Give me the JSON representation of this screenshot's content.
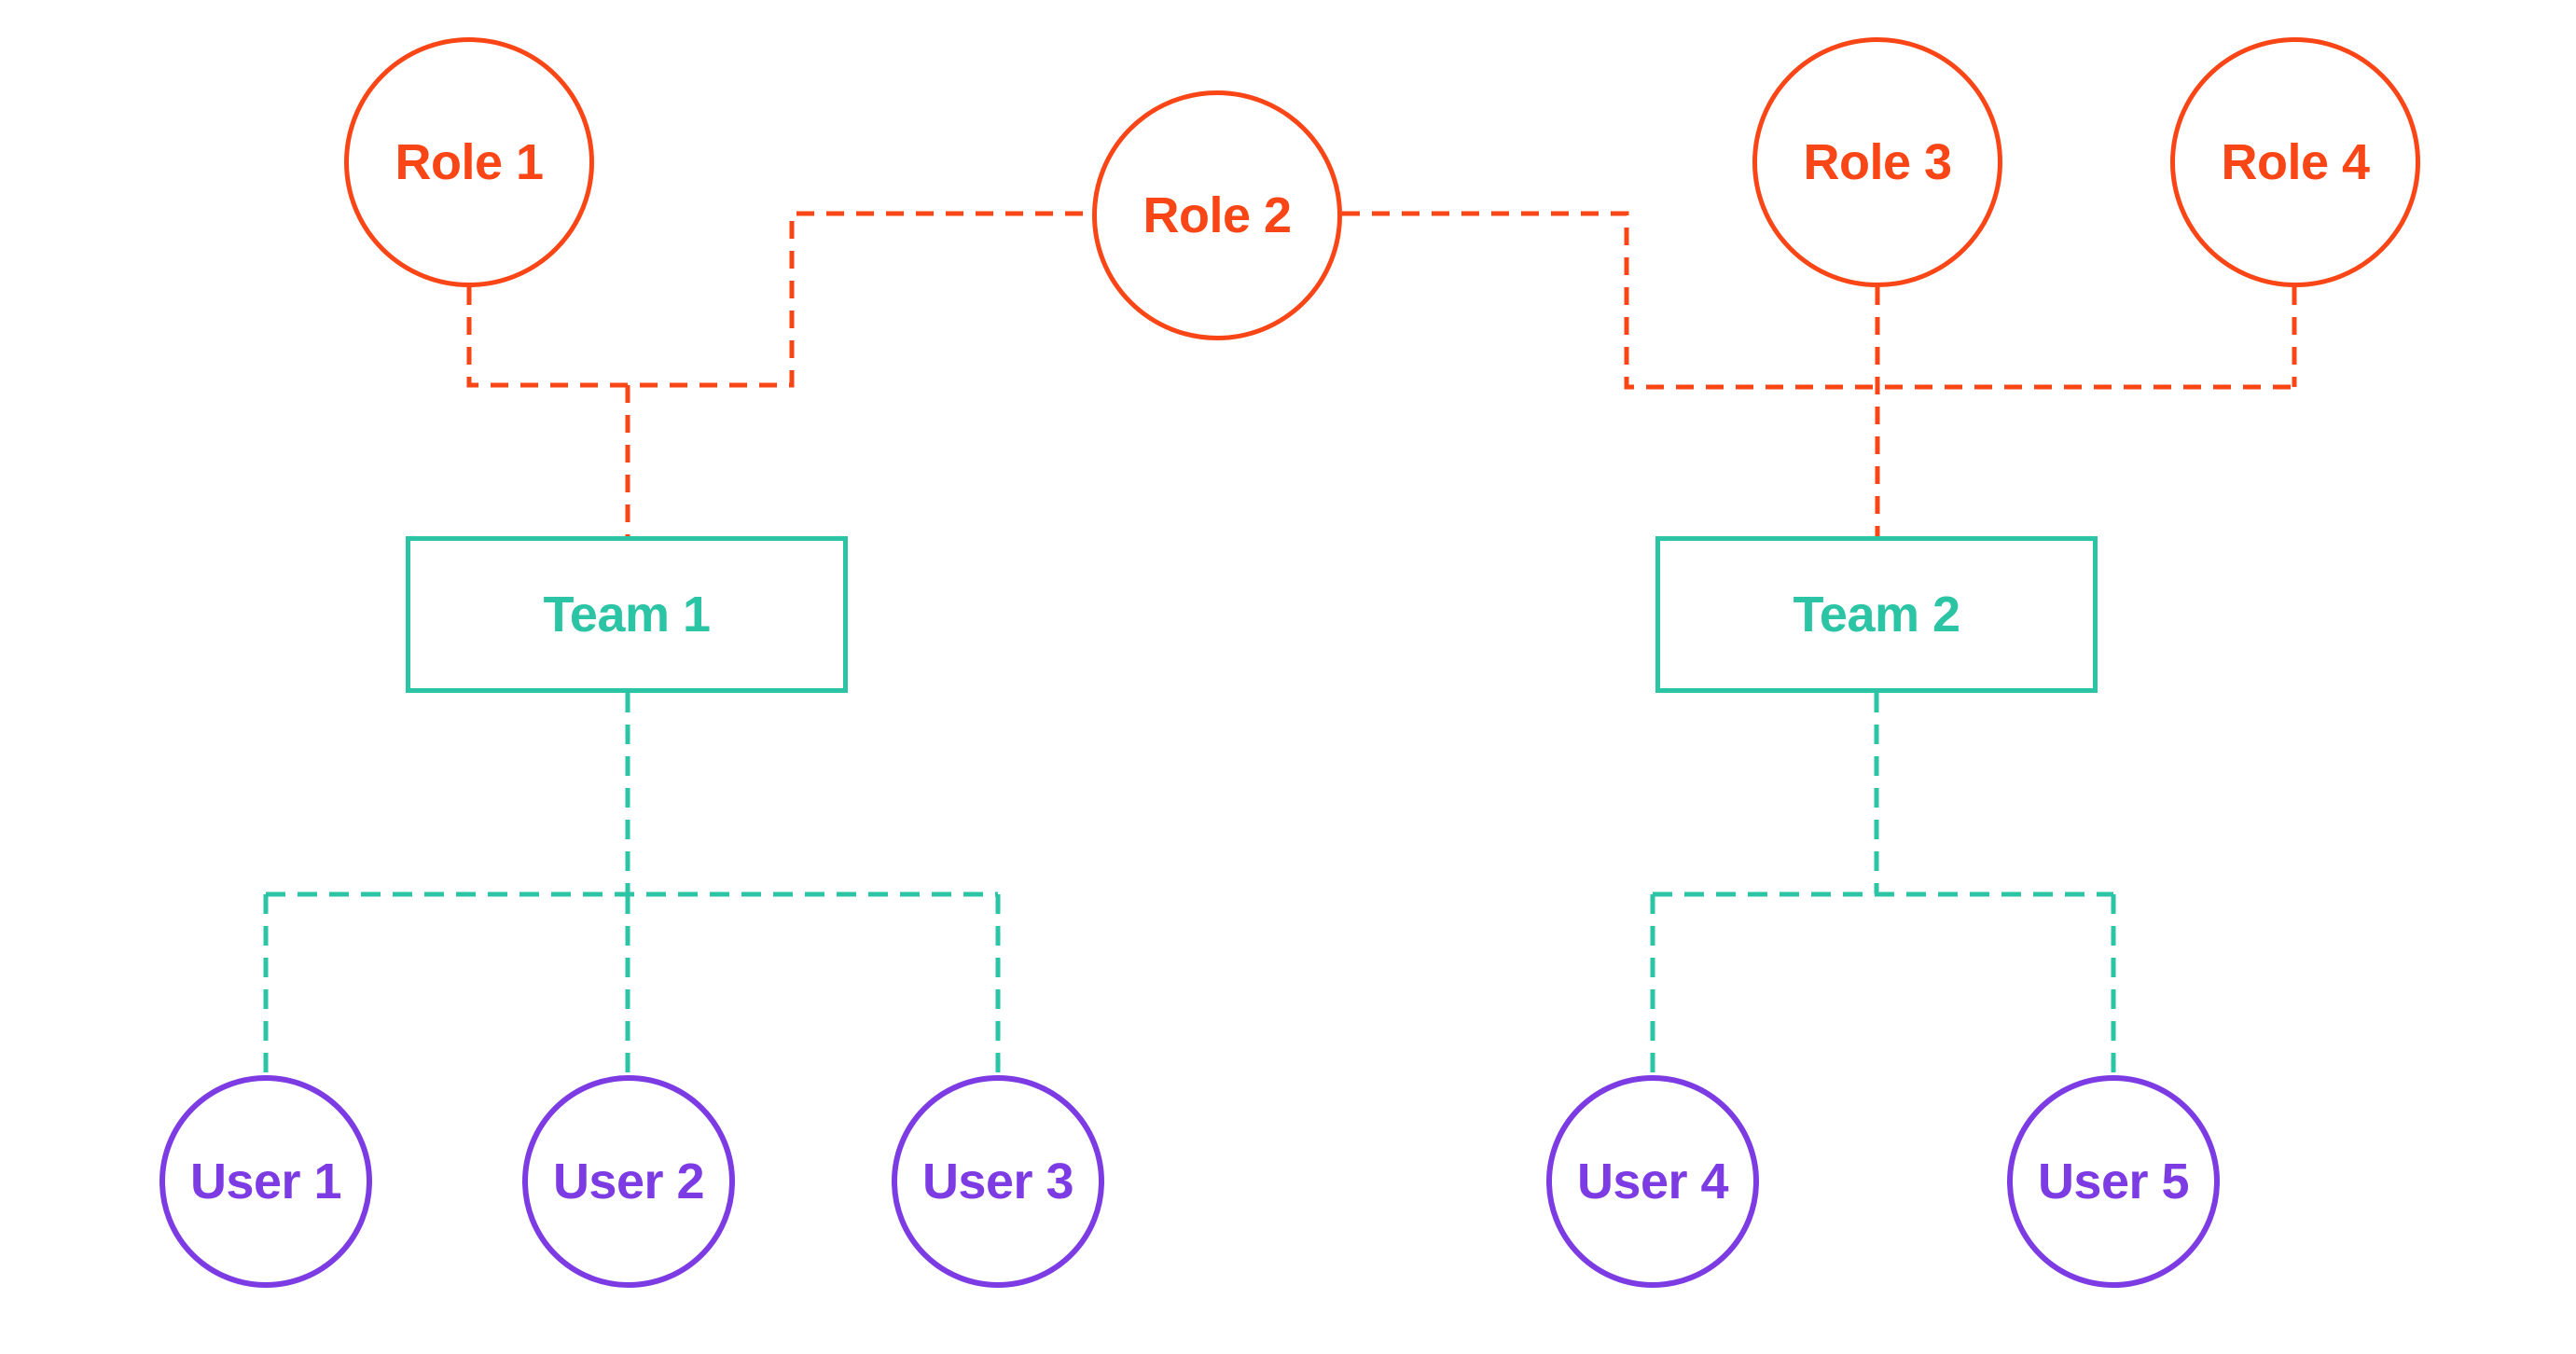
{
  "diagram": {
    "colors": {
      "role": "#FA4616",
      "team": "#2BC4A4",
      "user": "#7C3BE3"
    },
    "nodes": {
      "roles": [
        {
          "label": "Role 1",
          "shape": "circle"
        },
        {
          "label": "Role 2",
          "shape": "circle"
        },
        {
          "label": "Role 3",
          "shape": "circle"
        },
        {
          "label": "Role 4",
          "shape": "circle"
        }
      ],
      "teams": [
        {
          "label": "Team 1",
          "shape": "rectangle"
        },
        {
          "label": "Team 2",
          "shape": "rectangle"
        }
      ],
      "users": [
        {
          "label": "User 1",
          "shape": "circle"
        },
        {
          "label": "User 2",
          "shape": "circle"
        },
        {
          "label": "User 3",
          "shape": "circle"
        },
        {
          "label": "User 4",
          "shape": "circle"
        },
        {
          "label": "User 5",
          "shape": "circle"
        }
      ]
    },
    "edges": [
      {
        "from": "Role 1",
        "to": "Team 1",
        "style": "dashed",
        "color": "role"
      },
      {
        "from": "Role 2",
        "to": "Team 1",
        "style": "dashed",
        "color": "role"
      },
      {
        "from": "Role 2",
        "to": "Team 2",
        "style": "dashed",
        "color": "role"
      },
      {
        "from": "Role 3",
        "to": "Team 2",
        "style": "dashed",
        "color": "role"
      },
      {
        "from": "Role 4",
        "to": "Team 2",
        "style": "dashed",
        "color": "role"
      },
      {
        "from": "Team 1",
        "to": "User 1",
        "style": "dashed",
        "color": "team"
      },
      {
        "from": "Team 1",
        "to": "User 2",
        "style": "dashed",
        "color": "team"
      },
      {
        "from": "Team 1",
        "to": "User 3",
        "style": "dashed",
        "color": "team"
      },
      {
        "from": "Team 2",
        "to": "User 4",
        "style": "dashed",
        "color": "team"
      },
      {
        "from": "Team 2",
        "to": "User 5",
        "style": "dashed",
        "color": "team"
      }
    ]
  }
}
